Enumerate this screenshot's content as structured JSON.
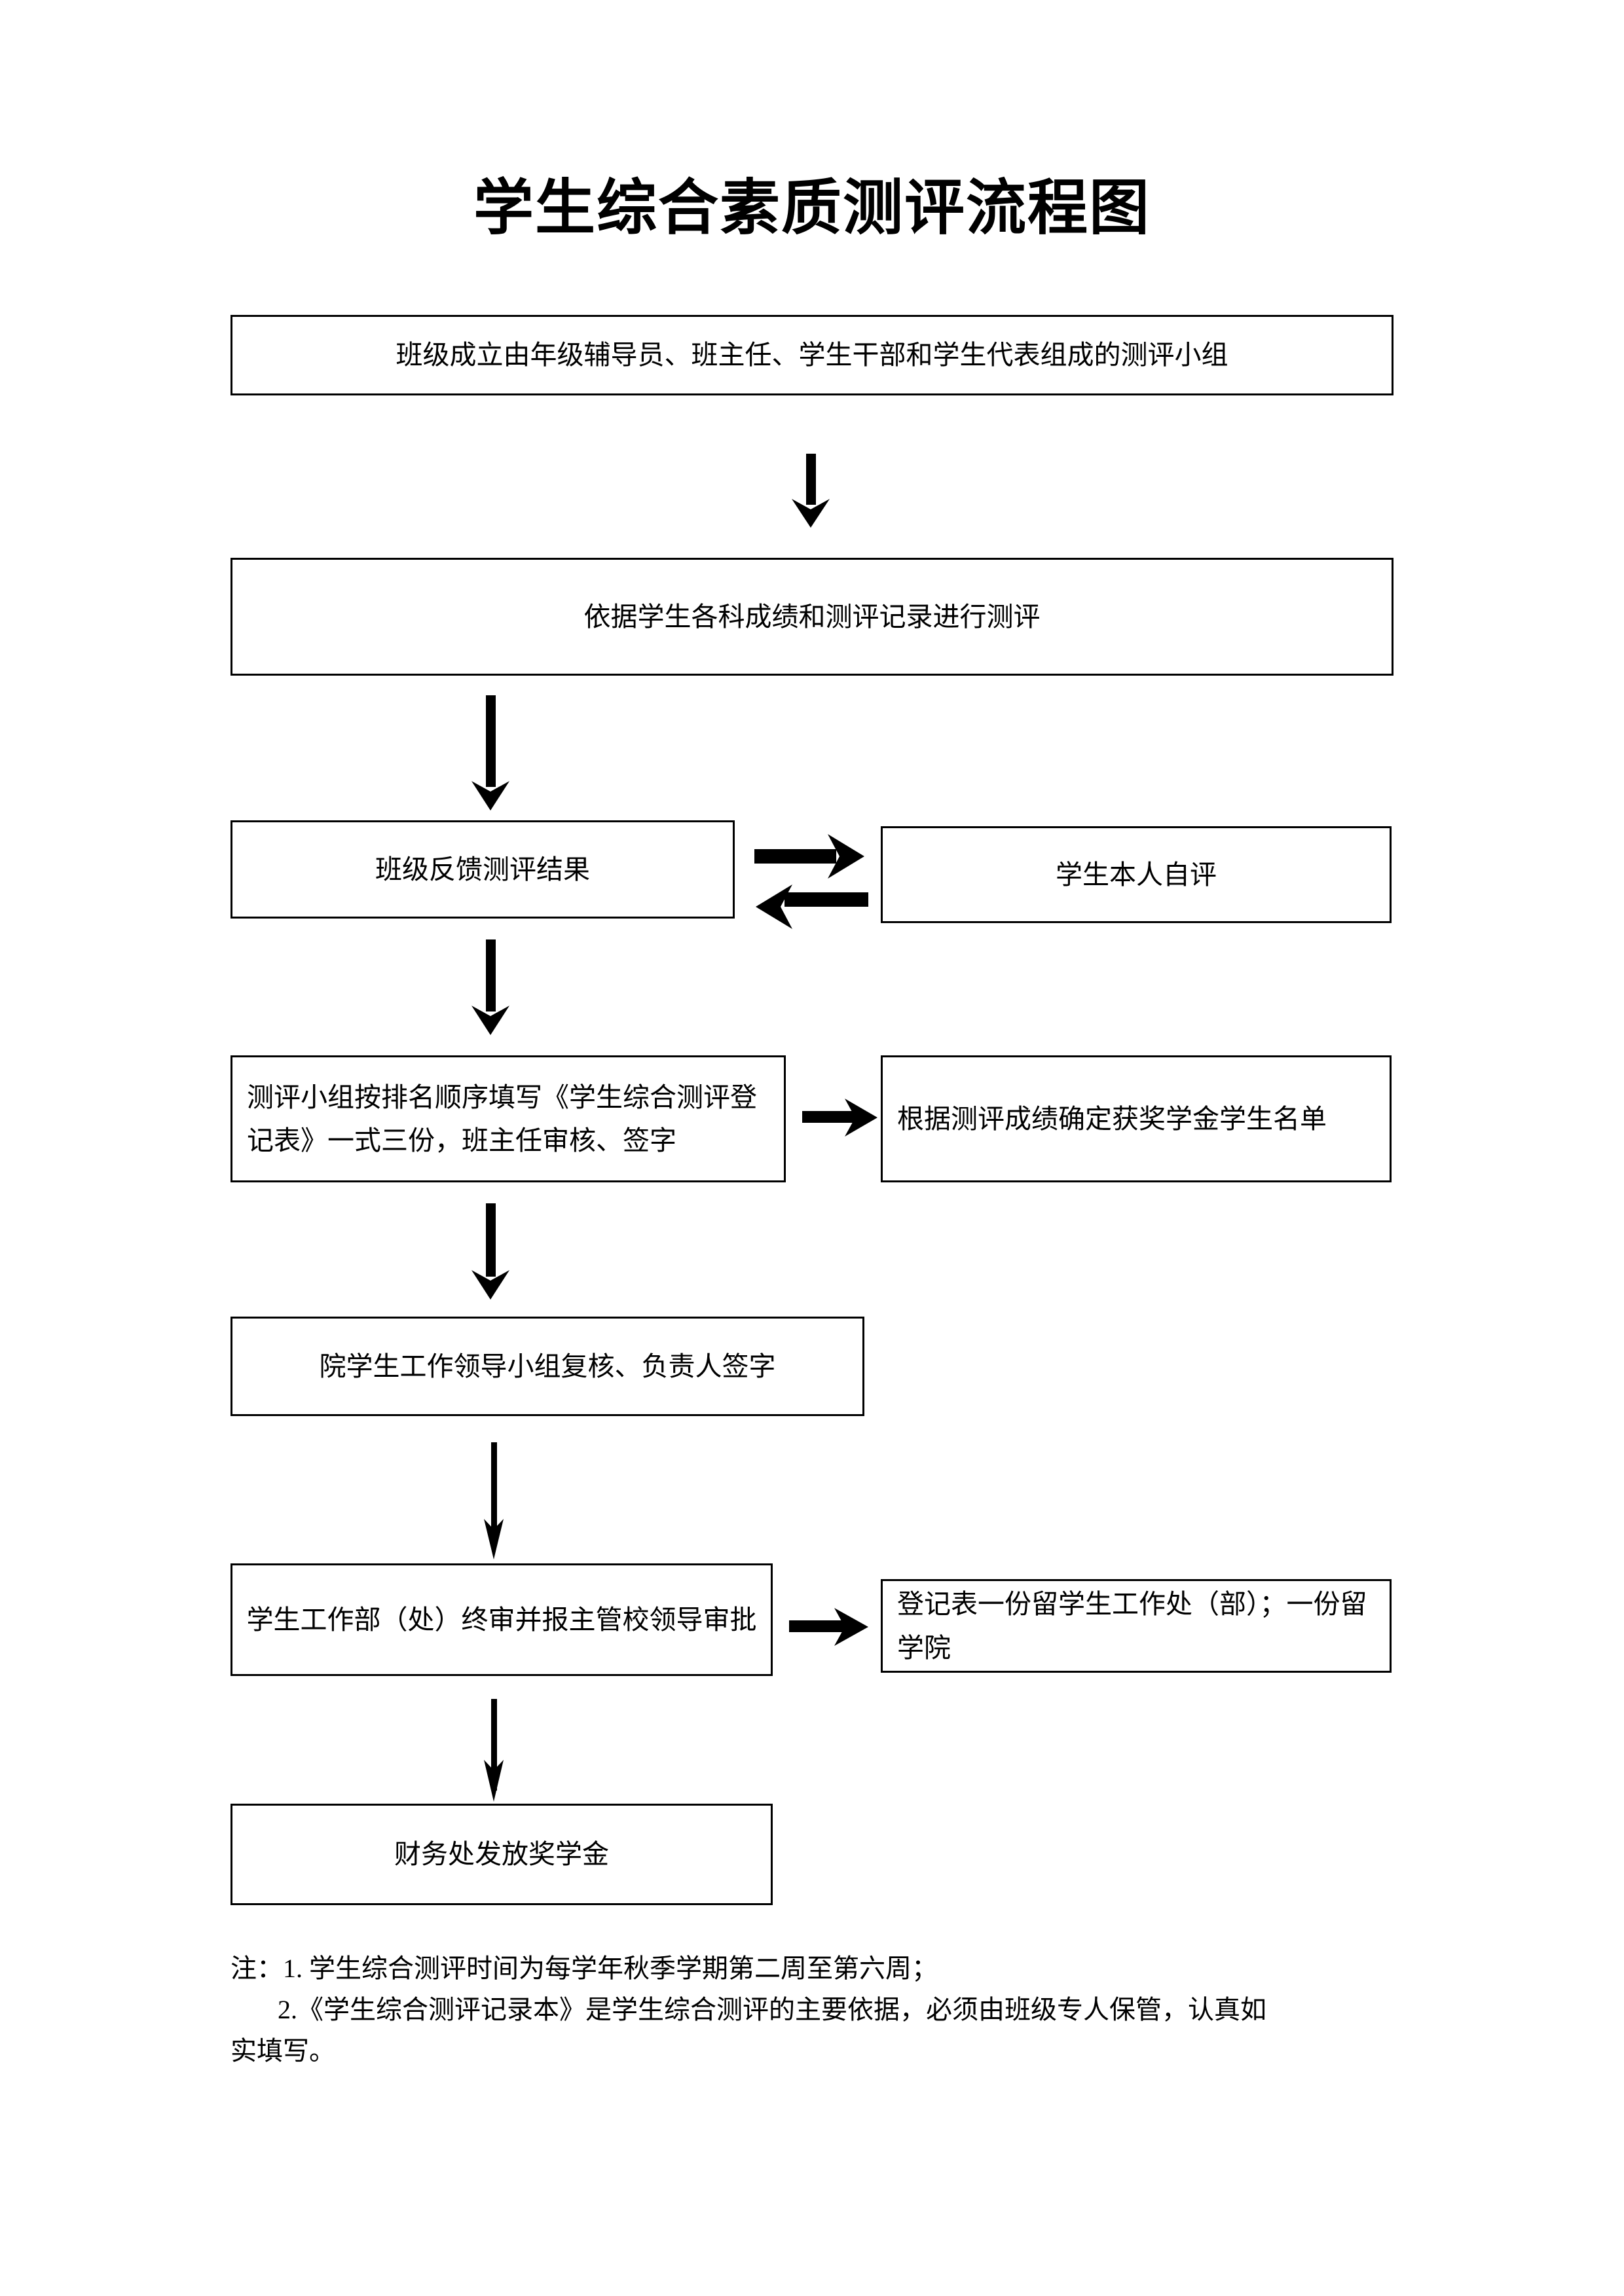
{
  "document": {
    "title": "学生综合素质测评流程图"
  },
  "flowchart": {
    "nodes": [
      {
        "id": "node-1",
        "label": "班级成立由年级辅导员、班主任、学生干部和学生代表组成的测评小组",
        "align": "center"
      },
      {
        "id": "node-2",
        "label": "依据学生各科成绩和测评记录进行测评",
        "align": "center"
      },
      {
        "id": "node-3",
        "label": "班级反馈测评结果",
        "align": "center"
      },
      {
        "id": "node-4",
        "label": "学生本人自评",
        "align": "center"
      },
      {
        "id": "node-5",
        "label": "测评小组按排名顺序填写《学生综合测评登记表》一式三份，班主任审核、签字",
        "align": "left"
      },
      {
        "id": "node-6",
        "label": "根据测评成绩确定获奖学金学生名单",
        "align": "left"
      },
      {
        "id": "node-7",
        "label": "院学生工作领导小组复核、负责人签字",
        "align": "center"
      },
      {
        "id": "node-8",
        "label": "学生工作部（处）终审并报主管校领导审批",
        "align": "center"
      },
      {
        "id": "node-9",
        "label": "登记表一份留学生工作处（部）；一份留学院",
        "align": "left"
      },
      {
        "id": "node-10",
        "label": "财务处发放奖学金",
        "align": "center"
      }
    ],
    "connectors": [
      {
        "id": "arrow-1",
        "from": "node-1",
        "to": "node-2",
        "direction": "down"
      },
      {
        "id": "arrow-2",
        "from": "node-2",
        "to": "node-3",
        "direction": "down"
      },
      {
        "id": "arrow-3",
        "from": "node-3",
        "to": "node-4",
        "direction": "right"
      },
      {
        "id": "arrow-4",
        "from": "node-4",
        "to": "node-3",
        "direction": "left"
      },
      {
        "id": "arrow-5",
        "from": "node-3",
        "to": "node-5",
        "direction": "down"
      },
      {
        "id": "arrow-6",
        "from": "node-5",
        "to": "node-6",
        "direction": "right"
      },
      {
        "id": "arrow-7",
        "from": "node-5",
        "to": "node-7",
        "direction": "down"
      },
      {
        "id": "arrow-8",
        "from": "node-7",
        "to": "node-8",
        "direction": "down"
      },
      {
        "id": "arrow-9",
        "from": "node-8",
        "to": "node-9",
        "direction": "right"
      },
      {
        "id": "arrow-10",
        "from": "node-8",
        "to": "node-10",
        "direction": "down"
      }
    ]
  },
  "notes": {
    "line1": "注：1. 学生综合测评时间为每学年秋季学期第二周至第六周；",
    "line2": "2.《学生综合测评记录本》是学生综合测评的主要依据，必须由班级专人保管，认真如",
    "line3": "实填写。"
  },
  "colors": {
    "ink": "#000000",
    "paper": "#ffffff"
  }
}
